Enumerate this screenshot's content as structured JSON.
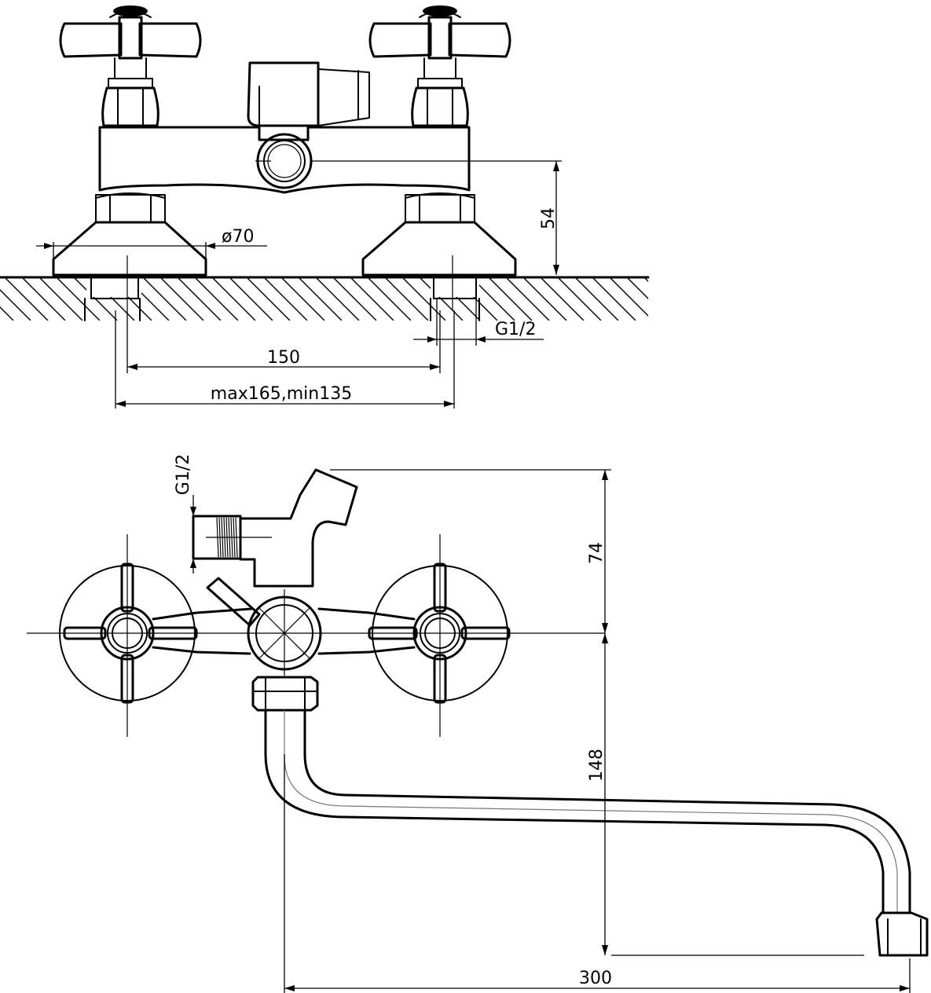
{
  "dimensions": {
    "height_outlet": "54",
    "diameter_base": "ø70",
    "thread_bottom": "G1/2",
    "center_distance": "150",
    "range": "max165,min135",
    "thread_side": "G1/2",
    "height_top": "74",
    "height_spout": "148",
    "spout_reach": "300"
  }
}
